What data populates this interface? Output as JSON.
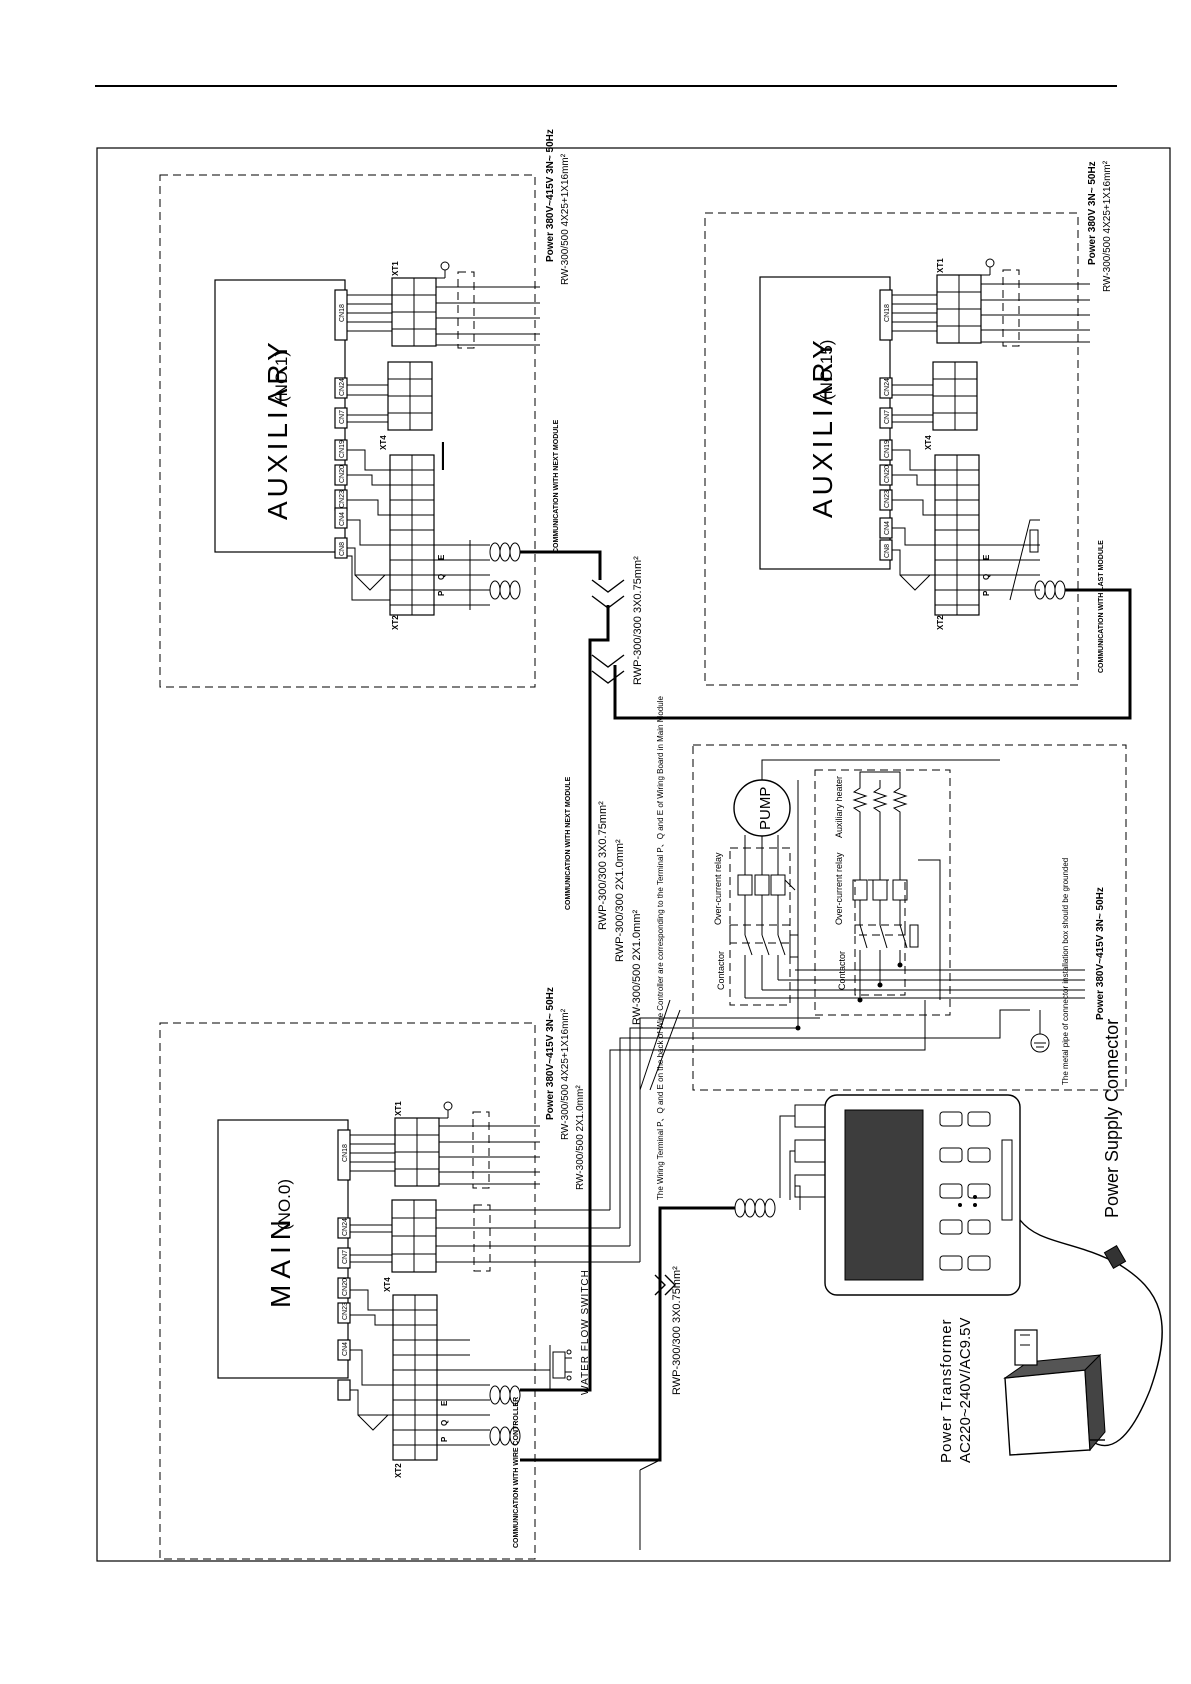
{
  "modules": {
    "aux1": {
      "title": "AUXILIARY",
      "number": "(NO.1)",
      "power": "Power 380V~415V 3N~ 50Hz",
      "cable": "RW-300/500 4X25+1X16mm²",
      "comm": "COMMUNICATION WITH NEXT MODULE"
    },
    "aux15": {
      "title": "AUXILIARY",
      "number": "(NO.15)",
      "power": "Power 380V 3N~ 50Hz",
      "cable": "RW-300/500 4X25+1X16mm²",
      "comm": "COMMUNICATION WITH LAST MODULE"
    },
    "main": {
      "title": "MAIN",
      "number": "(NO.0)",
      "power": "Power 380V~415V 3N~ 50Hz",
      "cable": "RW-300/500 4X25+1X16mm²",
      "comm": "COMMUNICATION WITH WIRE CONTROLLER"
    }
  },
  "connectors": {
    "cn18": "CN18",
    "cn24": "CN24",
    "cn7": "CN7",
    "cn19": "CN19",
    "cn20": "CN20",
    "cn23": "CN23",
    "cn4": "CN4",
    "cn8": "CN8",
    "xt1": "XT1",
    "xt2": "XT2",
    "xt4": "XT4",
    "p": "P",
    "q": "Q",
    "e": "E"
  },
  "cables": {
    "rwp_comm_between": "RWP-300/300 3X0.75mm²",
    "rwp_comm_next": "RWP-300/300 3X0.75mm²",
    "rw_2x1": "RW-300/500 2X1.0mm²",
    "rwp_2x1": "RWP-300/300 2X1.0mm²",
    "rw_2x1_main": "RW-300/500 2X1.0mm²",
    "rwp_controller": "RWP-300/300 3X0.75mm²",
    "comm_next_mid": "COMMUNICATION WITH NEXT MODULE"
  },
  "pump_panel": {
    "pump": "PUMP",
    "heater": "Auxiliary heater",
    "overcurrent1": "Over-current relay",
    "overcurrent2": "Over-current relay",
    "contactor1": "Contactor",
    "contactor2": "Contactor",
    "power": "Power 380V~415V 3N~ 50Hz",
    "ground_note": "The metal pipe of connector installation box should be grounded"
  },
  "controller": {
    "wiring_note": "The Wiring Terminal P、Q and E on the back of Wire Controller are corresponding to the Terminal P、Q and E of Wiring Board in Main Module"
  },
  "water_flow": "WATER FLOW SWITCH",
  "power_supply": "Power Supply Connector",
  "transformer_label": "Power Transformer",
  "transformer_spec": "AC220~240V/AC9.5V"
}
